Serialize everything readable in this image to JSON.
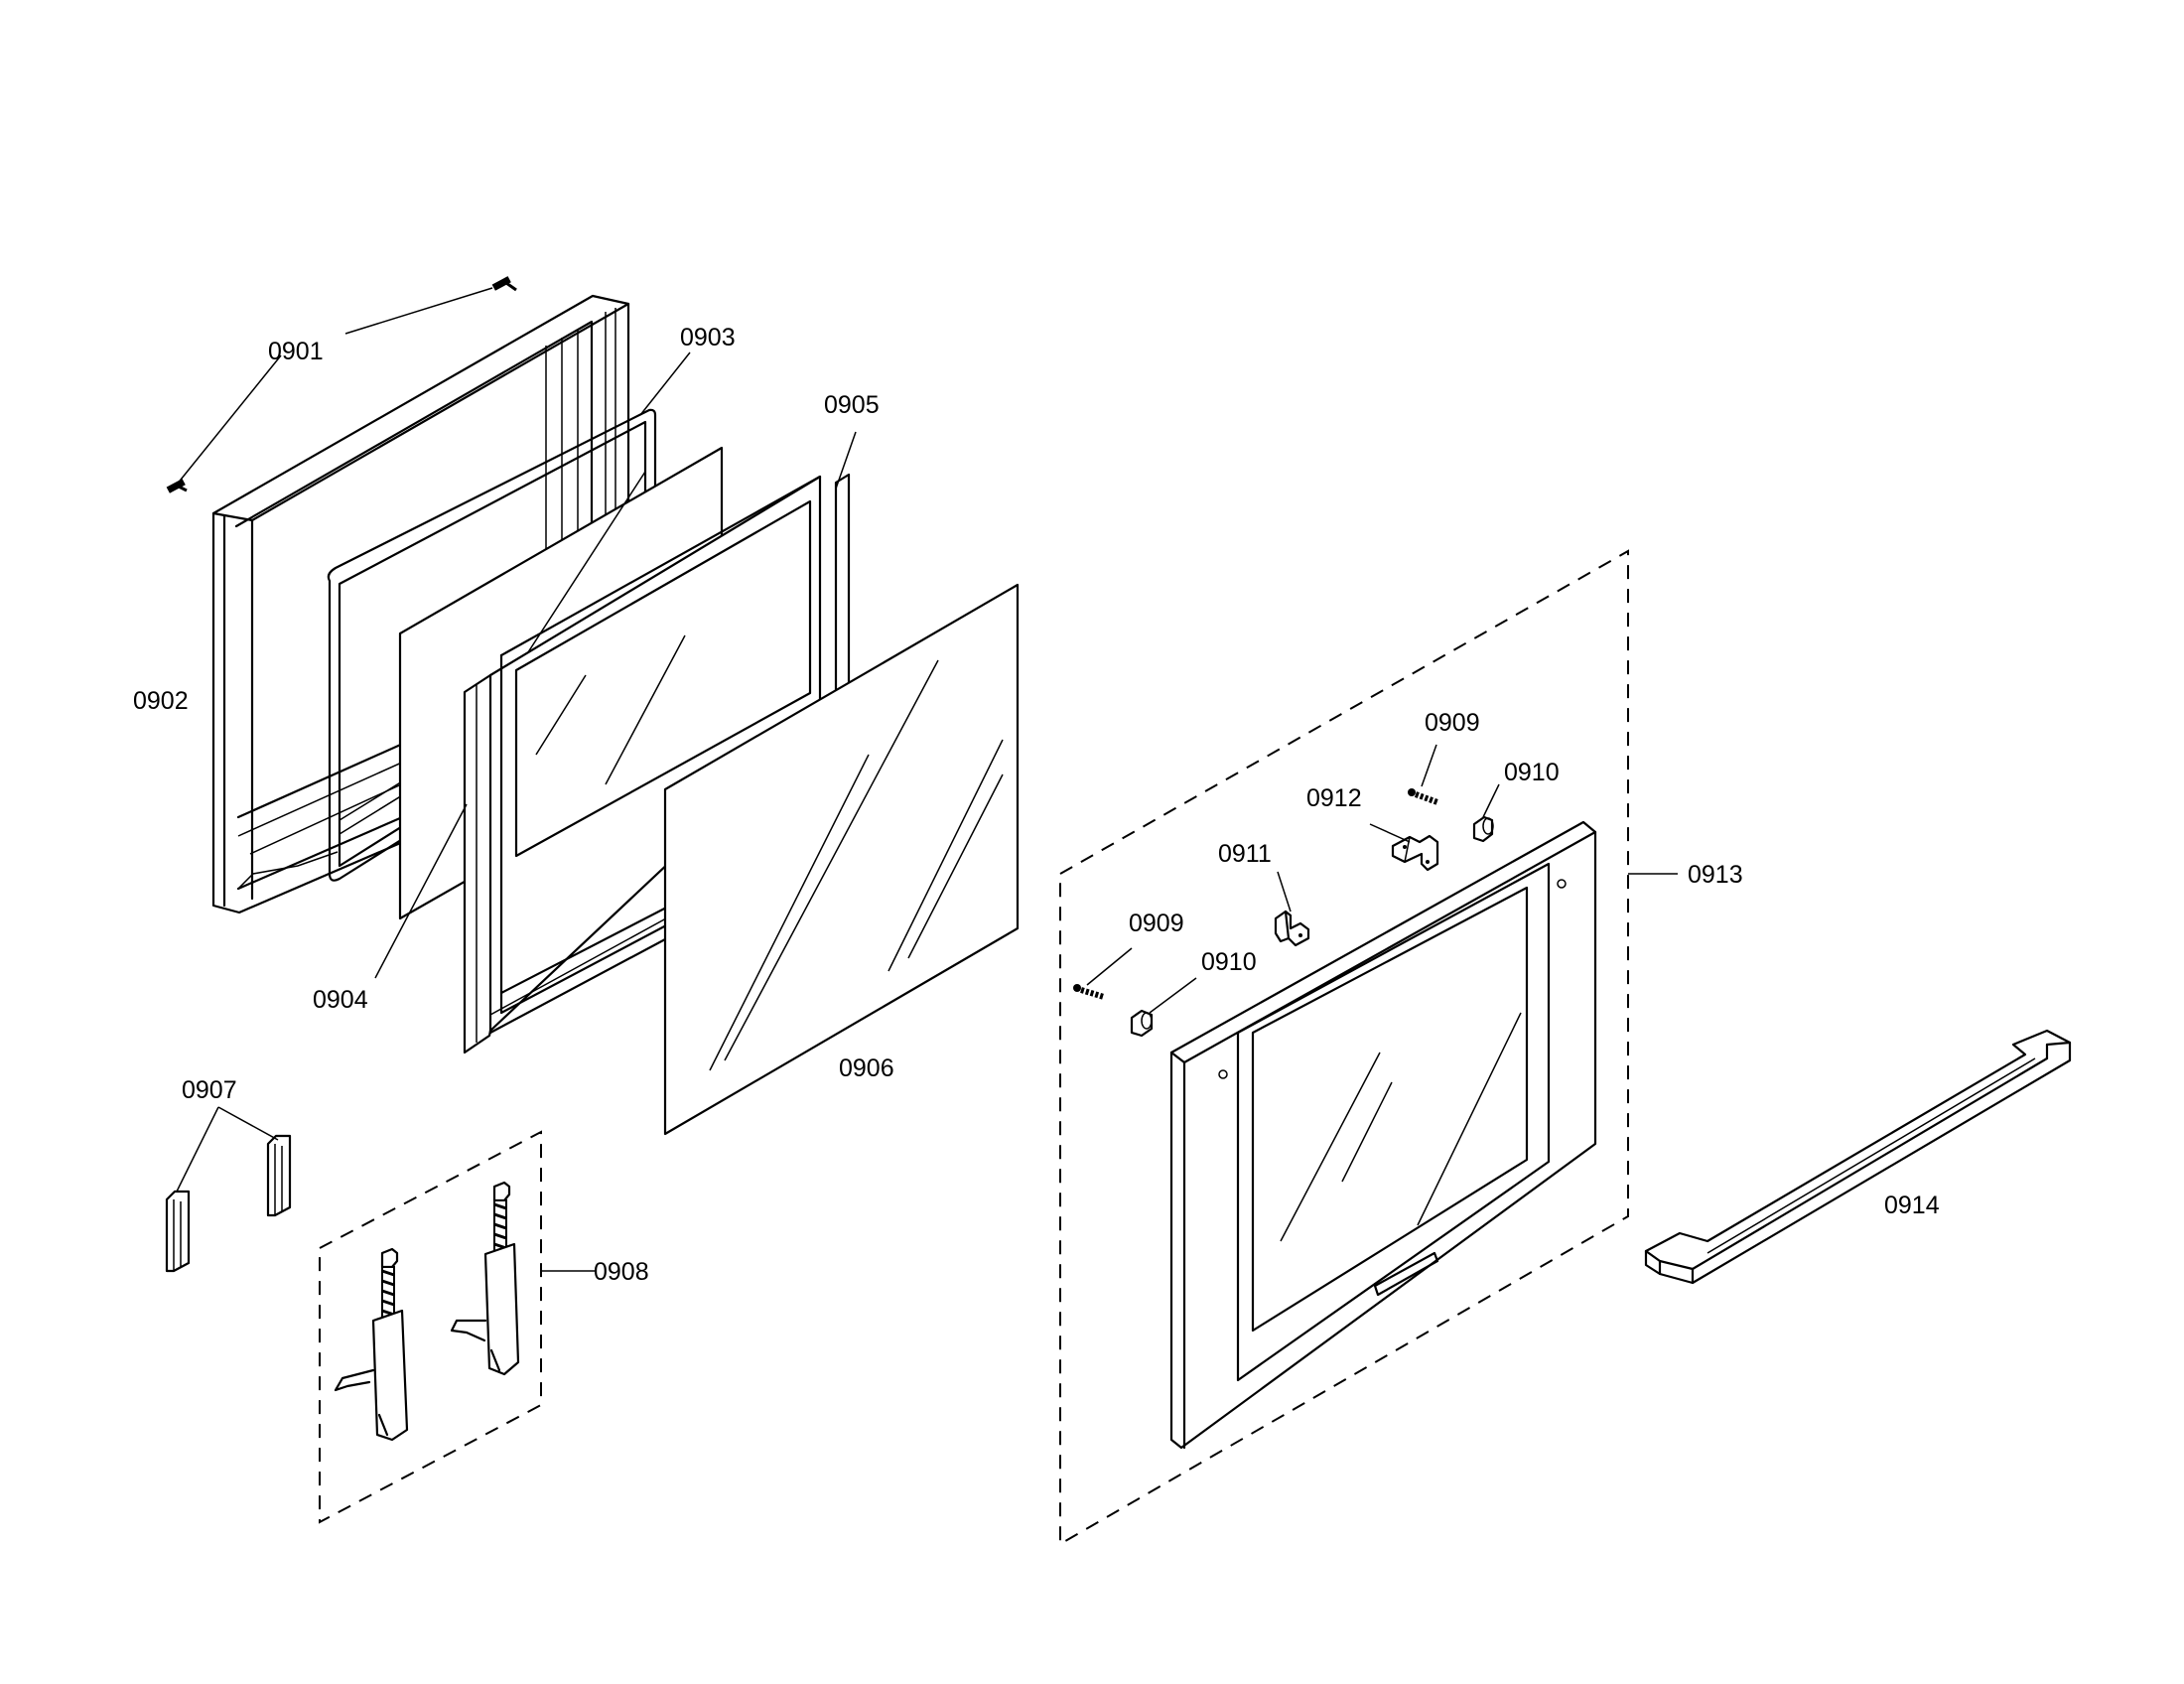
{
  "labels": {
    "p0901": "0901",
    "p0902": "0902",
    "p0903": "0903",
    "p0904": "0904",
    "p0905": "0905",
    "p0906": "0906",
    "p0907": "0907",
    "p0908": "0908",
    "p0909a": "0909",
    "p0909b": "0909",
    "p0910a": "0910",
    "p0910b": "0910",
    "p0911": "0911",
    "p0912": "0912",
    "p0913": "0913",
    "p0914": "0914"
  }
}
